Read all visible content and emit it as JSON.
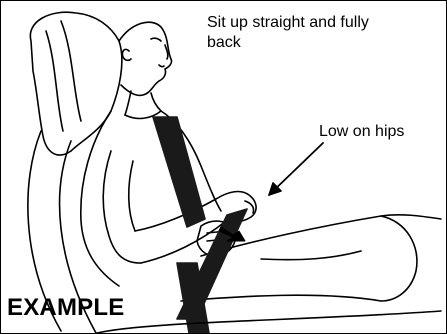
{
  "labels": {
    "sit_up": "Sit up straight and fully back",
    "low_on_hips": "Low on hips",
    "example": "EXAMPLE"
  },
  "colors": {
    "line": "#000000",
    "belt": "#1a1a1a",
    "background": "#ffffff"
  }
}
